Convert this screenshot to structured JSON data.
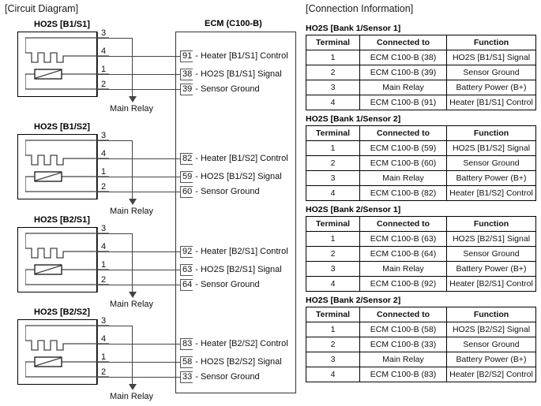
{
  "circuit": {
    "title": "[Circuit Diagram]",
    "ecm_title": "ECM (C100-B)",
    "main_relay_label": "Main Relay",
    "terminal_numbers": [
      "3",
      "4",
      "1",
      "2"
    ],
    "sensors": [
      {
        "name": "HO2S [B1/S1]",
        "pins": [
          {
            "no": "91",
            "text": "- Heater [B1/S1] Control"
          },
          {
            "no": "38",
            "text": "- HO2S [B1/S1] Signal"
          },
          {
            "no": "39",
            "text": "- Sensor Ground"
          }
        ]
      },
      {
        "name": "HO2S [B1/S2]",
        "pins": [
          {
            "no": "82",
            "text": "- Heater [B1/S2] Control"
          },
          {
            "no": "59",
            "text": "- HO2S [B1/S2] Signal"
          },
          {
            "no": "60",
            "text": "- Sensor Ground"
          }
        ]
      },
      {
        "name": "HO2S [B2/S1]",
        "pins": [
          {
            "no": "92",
            "text": "- Heater [B2/S1] Control"
          },
          {
            "no": "63",
            "text": "- HO2S [B2/S1] Signal"
          },
          {
            "no": "64",
            "text": "- Sensor Ground"
          }
        ]
      },
      {
        "name": "HO2S [B2/S2]",
        "pins": [
          {
            "no": "83",
            "text": "- Heater [B2/S2] Control"
          },
          {
            "no": "58",
            "text": "- HO2S [B2/S2] Signal"
          },
          {
            "no": "33",
            "text": "- Sensor Ground"
          }
        ]
      }
    ]
  },
  "connection_info": {
    "title": "[Connection Information]",
    "columns": [
      "Terminal",
      "Connected to",
      "Function"
    ],
    "tables": [
      {
        "heading": "HO2S [Bank 1/Sensor 1]",
        "rows": [
          [
            "1",
            "ECM C100-B (38)",
            "HO2S [B1/S1] Signal"
          ],
          [
            "2",
            "ECM C100-B (39)",
            "Sensor Ground"
          ],
          [
            "3",
            "Main Relay",
            "Battery Power (B+)"
          ],
          [
            "4",
            "ECM C100-B (91)",
            "Heater [B1/S1] Control"
          ]
        ]
      },
      {
        "heading": "HO2S [Bank 1/Sensor 2]",
        "rows": [
          [
            "1",
            "ECM C100-B (59)",
            "HO2S [B1/S2] Signal"
          ],
          [
            "2",
            "ECM C100-B (60)",
            "Sensor Ground"
          ],
          [
            "3",
            "Main Relay",
            "Battery Power (B+)"
          ],
          [
            "4",
            "ECM C100-B (82)",
            "Heater [B1/S2] Control"
          ]
        ]
      },
      {
        "heading": "HO2S [Bank 2/Sensor 1]",
        "rows": [
          [
            "1",
            "ECM C100-B (63)",
            "HO2S [B2/S1] Signal"
          ],
          [
            "2",
            "ECM C100-B (64)",
            "Sensor Ground"
          ],
          [
            "3",
            "Main Relay",
            "Battery Power (B+)"
          ],
          [
            "4",
            "ECM C100-B (92)",
            "Heater [B2/S1] Control"
          ]
        ]
      },
      {
        "heading": "HO2S [Bank 2/Sensor 2]",
        "rows": [
          [
            "1",
            "ECM C100-B (58)",
            "HO2S [B2/S2] Signal"
          ],
          [
            "2",
            "ECM C100-B (33)",
            "Sensor Ground"
          ],
          [
            "3",
            "Main Relay",
            "Battery Power (B+)"
          ],
          [
            "4",
            "ECM C100-B (83)",
            "Heater [B2/S2] Control"
          ]
        ]
      }
    ]
  },
  "colors": {
    "line": "#444444",
    "border": "#000000",
    "text": "#111111"
  }
}
